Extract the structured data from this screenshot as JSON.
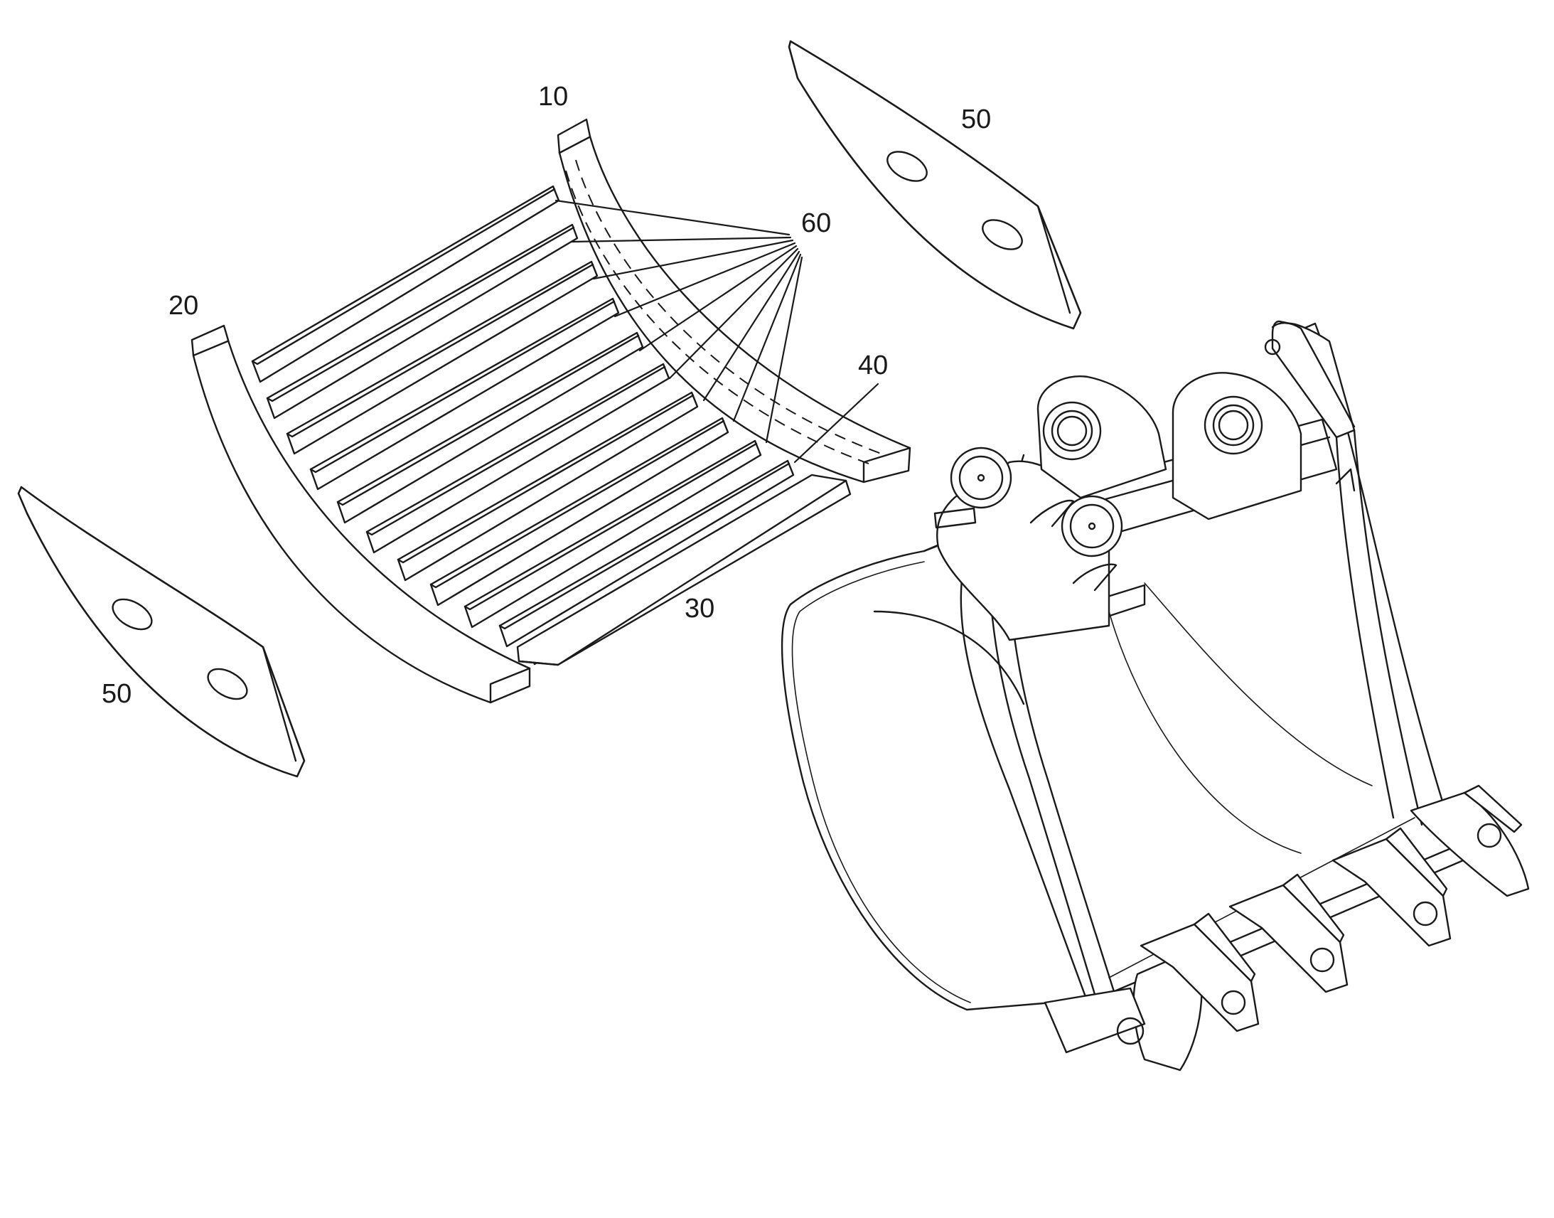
{
  "figure": {
    "labels": {
      "runner_10": "10",
      "runner_20": "20",
      "strip_30": "30",
      "strip_40": "40",
      "plate_50_right": "50",
      "plate_50_left": "50",
      "strips_60": "60"
    },
    "colors": {
      "line": "#1a1a1a",
      "background": "#ffffff"
    }
  }
}
